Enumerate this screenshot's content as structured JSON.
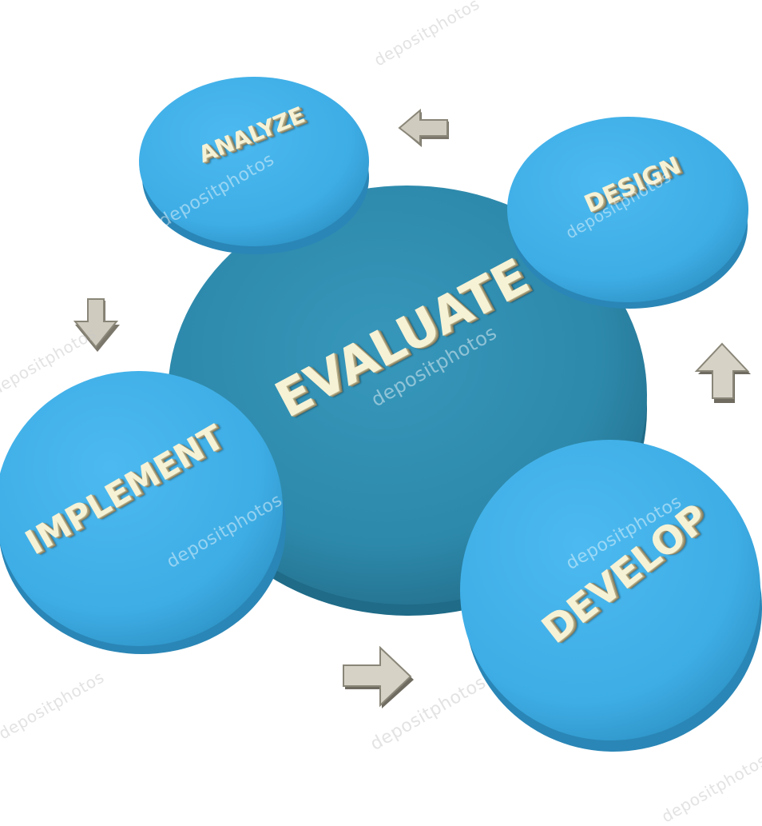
{
  "diagram": {
    "center_label": "EVALUATE",
    "nodes": {
      "analyze": "ANALYZE",
      "design": "DESIGN",
      "develop": "DEVELOP",
      "implement": "IMPLEMENT"
    },
    "watermark": "depositphotos",
    "colors": {
      "center_disc": "#2f8db0",
      "node_disc": "#3faee6",
      "text": "#f6f2d6",
      "arrow": "#bdb9ae"
    }
  }
}
